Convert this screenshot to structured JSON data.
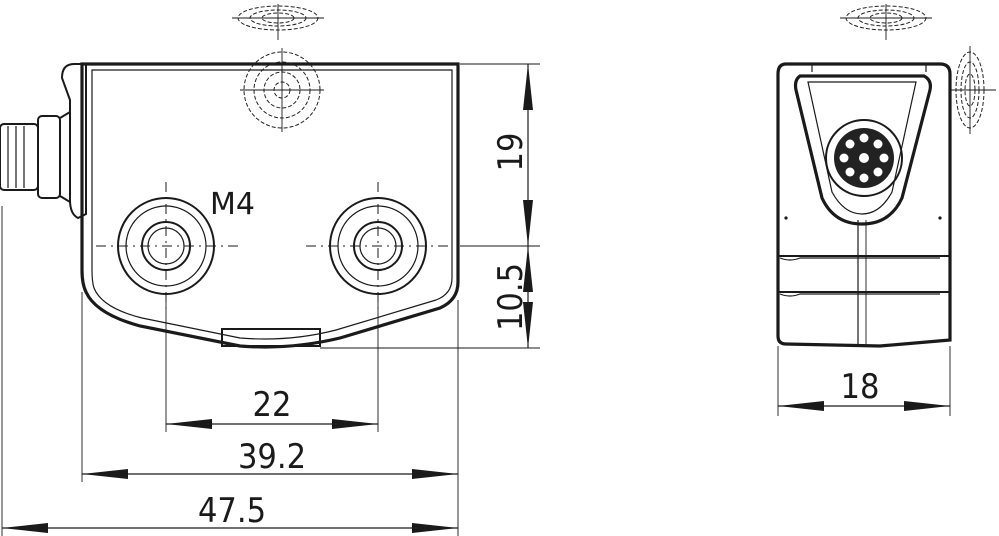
{
  "annotations": {
    "thread": "M4"
  },
  "dimensions": {
    "height_upper": "19",
    "height_lower": "10.5",
    "hole_spacing": "22",
    "width_inner": "39.2",
    "width_total": "47.5",
    "depth": "18"
  },
  "colors": {
    "line": "#1a1a1a",
    "background": "#ffffff"
  }
}
